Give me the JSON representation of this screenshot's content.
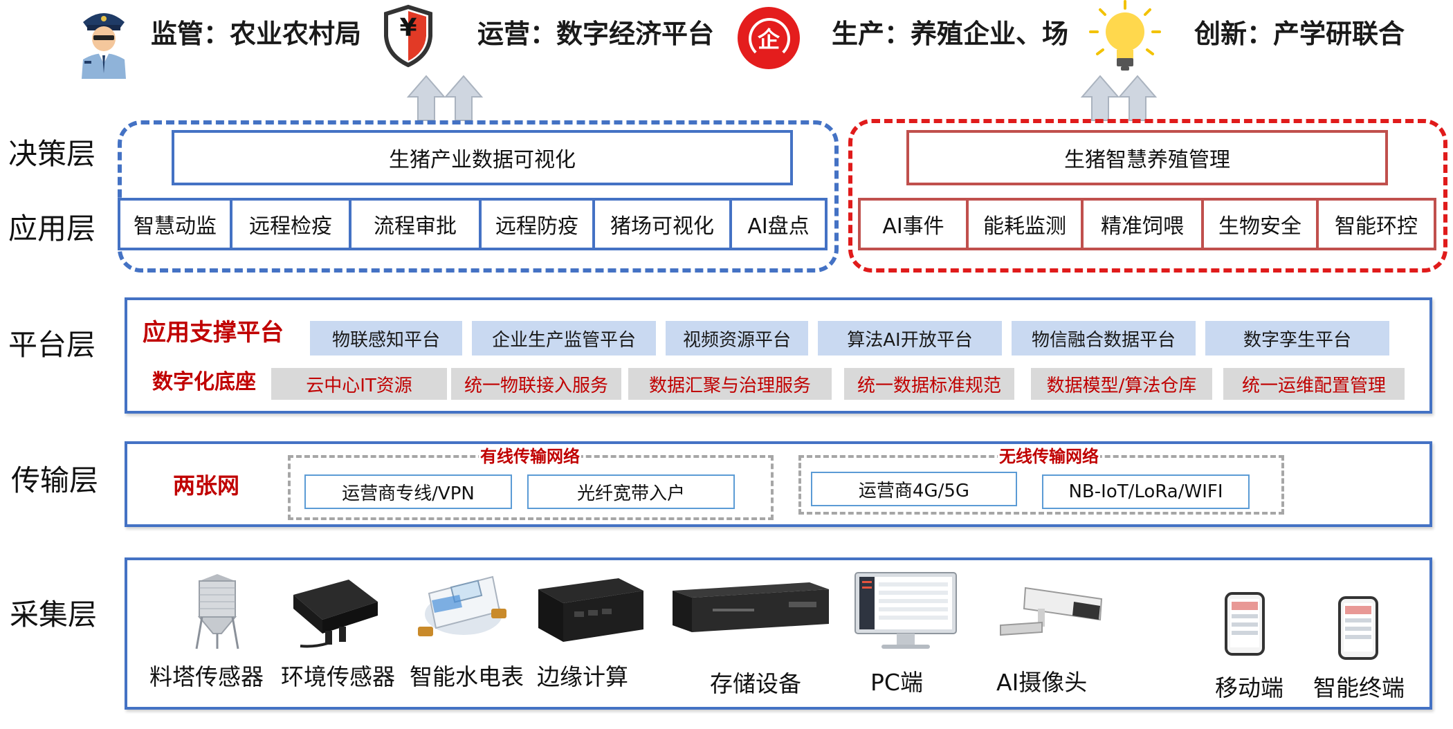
{
  "stakeholders": [
    {
      "label": "监管：农业农村局",
      "icon": "police-officer-icon"
    },
    {
      "label": "运营：数字经济平台",
      "icon": "shield-yen-icon"
    },
    {
      "label": "生产：养殖企业、场",
      "icon": "enterprise-qi-icon",
      "icon_text": "企"
    },
    {
      "label": "创新：产学研联合",
      "icon": "lightbulb-icon"
    }
  ],
  "shield_icon_text": "¥",
  "layers": {
    "decision": "决策层",
    "application": "应用层",
    "platform": "平台层",
    "transport": "传输层",
    "collection": "采集层"
  },
  "decision_boxes": {
    "left": "生猪产业数据可视化",
    "right": "生猪智慧养殖管理"
  },
  "apps_left": [
    "智慧动监",
    "远程检疫",
    "流程审批",
    "远程防疫",
    "猪场可视化",
    "AI盘点"
  ],
  "apps_right": [
    "AI事件",
    "能耗监测",
    "精准饲喂",
    "生物安全",
    "智能环控"
  ],
  "platform": {
    "support_title": "应用支撑平台",
    "support_items": [
      "物联感知平台",
      "企业生产监管平台",
      "视频资源平台",
      "算法AI开放平台",
      "物信融合数据平台",
      "数字孪生平台"
    ],
    "base_title": "数字化底座",
    "base_items": [
      "云中心IT资源",
      "统一物联接入服务",
      "数据汇聚与治理服务",
      "统一数据标准规范",
      "数据模型/算法仓库",
      "统一运维配置管理"
    ]
  },
  "transport": {
    "title": "两张网",
    "wired_title": "有线传输网络",
    "wired_items": [
      "运营商专线/VPN",
      "光纤宽带入户"
    ],
    "wireless_title": "无线传输网络",
    "wireless_items": [
      "运营商4G/5G",
      "NB-IoT/LoRa/WIFI"
    ]
  },
  "devices": [
    {
      "label": "料塔传感器",
      "icon": "feed-tower-icon"
    },
    {
      "label": "环境传感器",
      "icon": "environment-sensor-icon"
    },
    {
      "label": "智能水电表",
      "icon": "water-meter-icon"
    },
    {
      "label": "边缘计算",
      "icon": "edge-computing-box-icon"
    },
    {
      "label": "存储设备",
      "icon": "storage-server-icon"
    },
    {
      "label": "PC端",
      "icon": "pc-monitor-icon"
    },
    {
      "label": "AI摄像头",
      "icon": "cctv-camera-icon"
    },
    {
      "label": "移动端",
      "icon": "mobile-phone-icon"
    },
    {
      "label": "智能终端",
      "icon": "smart-terminal-icon"
    }
  ],
  "colors": {
    "blue": "#4472c4",
    "red_dashed": "#e01b1b",
    "red_title": "#c00000",
    "chip_blue": "#c9d9f1",
    "chip_gray": "#d9d9d9"
  }
}
